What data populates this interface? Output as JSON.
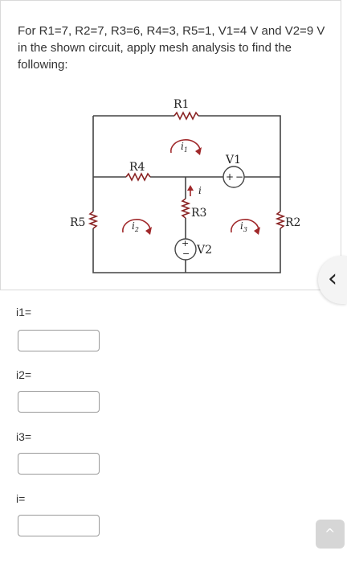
{
  "question": {
    "text": "For R1=7, R2=7, R3=6, R4=3, R5=1, V1=4 V and V2=9 V in the shown circuit, apply mesh analysis to find the following:"
  },
  "circuit": {
    "labels": {
      "r1": "R1",
      "r2": "R2",
      "r3": "R3",
      "r4": "R4",
      "r5": "R5",
      "v1": "V1",
      "v2": "V2",
      "i1": "i",
      "i1_sub": "1",
      "i2": "i",
      "i2_sub": "2",
      "i3": "i",
      "i3_sub": "3",
      "i_branch": "i"
    },
    "wire_color": "#444444",
    "arrow_color": "#a0282a"
  },
  "answers": [
    {
      "label": "i1="
    },
    {
      "label": "i2="
    },
    {
      "label": "i3="
    },
    {
      "label": "i="
    }
  ],
  "controls": {
    "collapse_icon": "chevron-left-icon",
    "scroll_top_icon": "chevron-up-icon"
  }
}
